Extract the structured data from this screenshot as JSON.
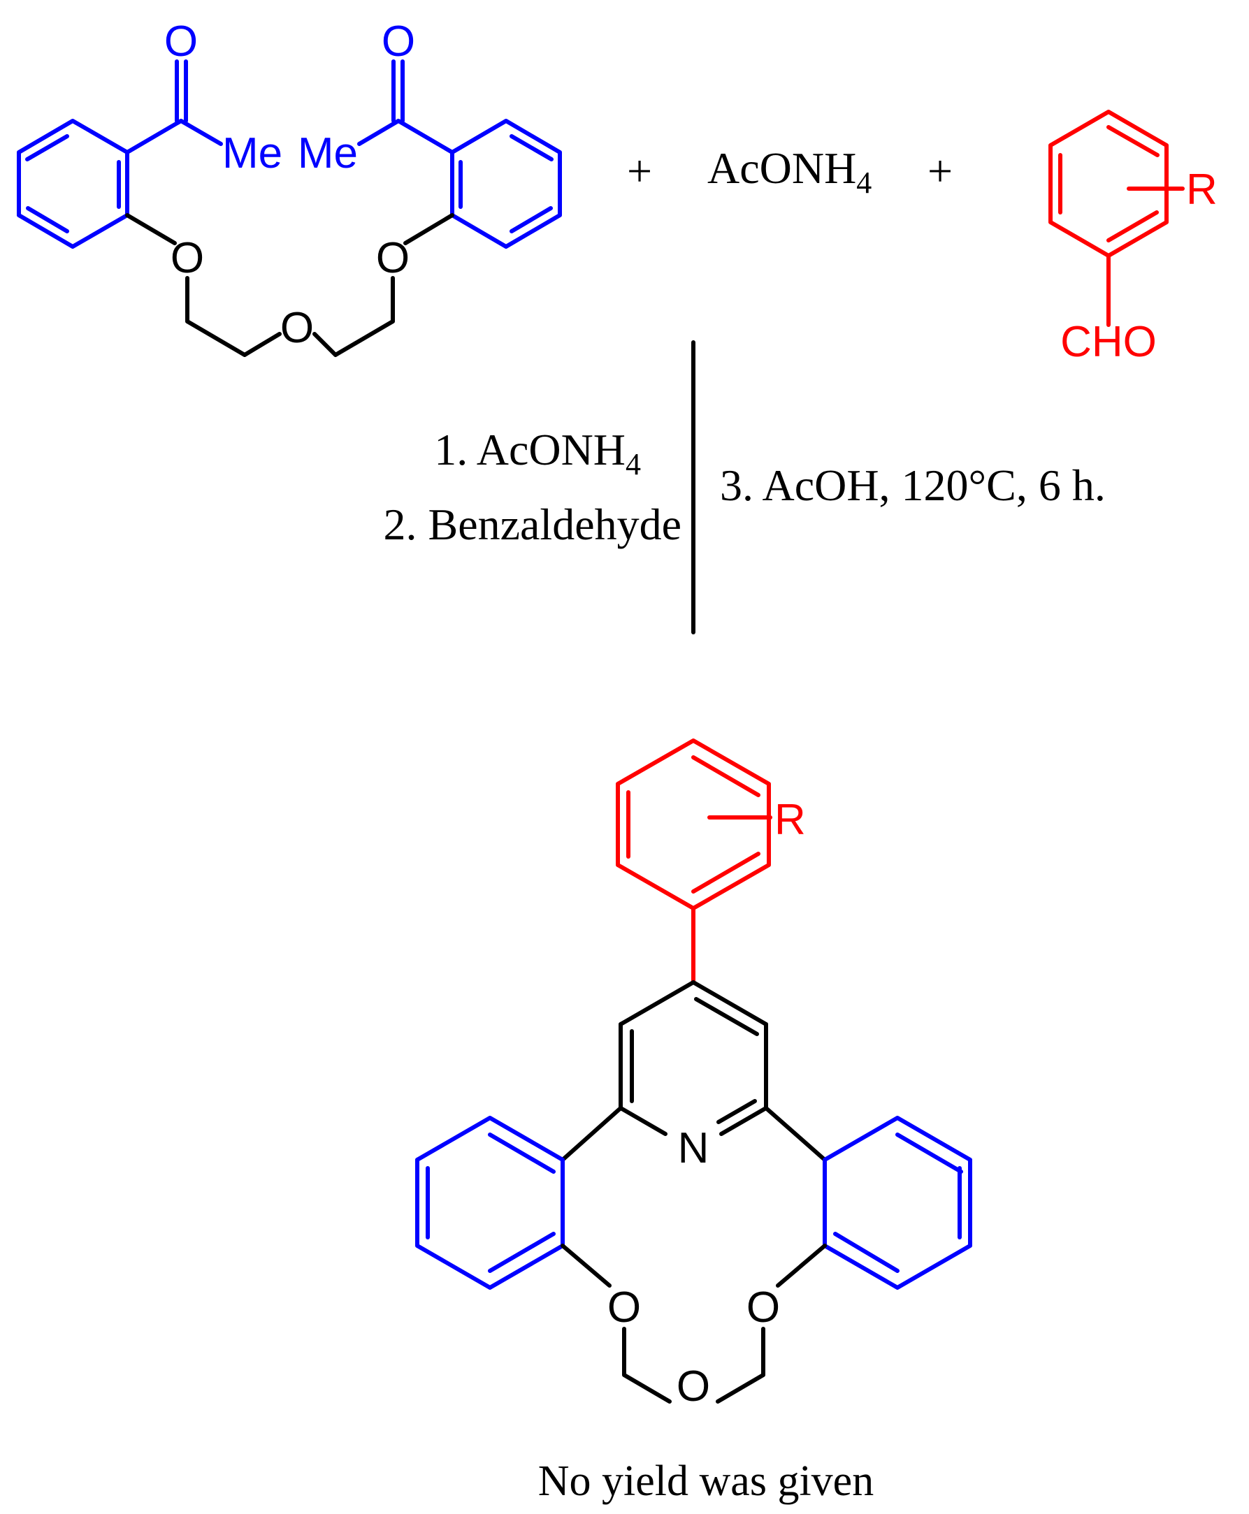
{
  "colors": {
    "diketone": "#0000ff",
    "aldehyde": "#ff0000",
    "core": "#000000"
  },
  "reactants": {
    "diketone": {
      "carbonyl_o_left": "O",
      "carbonyl_o_right": "O",
      "methyl_left": "Me",
      "methyl_right": "Me",
      "ether_o_left": "O",
      "ether_o_right": "O",
      "ether_o_center": "O"
    },
    "plus_1": "+",
    "ammonium_acetate": {
      "main": "AcONH",
      "subscript": "4"
    },
    "plus_2": "+",
    "aldehyde": {
      "substituent": "R",
      "group": "CHO"
    }
  },
  "conditions": {
    "step1": {
      "main": "1. AcONH",
      "subscript": "4"
    },
    "step2": "2. Benzaldehyde",
    "step3": "3. AcOH, 120°C, 6 h."
  },
  "product": {
    "substituent": "R",
    "pyridine_n": "N",
    "ether_o_left": "O",
    "ether_o_right": "O",
    "ether_o_center": "O"
  },
  "caption": "No yield was given"
}
